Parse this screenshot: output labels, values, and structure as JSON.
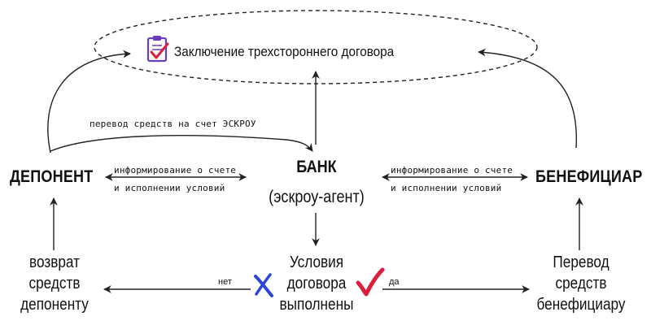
{
  "contract": {
    "title": "Заключение трехстороннего договора",
    "icon": "clipboard-check-icon"
  },
  "nodes": {
    "depositor": "ДЕПОНЕНТ",
    "bank_title": "БАНК",
    "bank_role": "(эскроу-агент)",
    "beneficiary": "БЕНЕФИЦИАР"
  },
  "arrows": {
    "transfer_to_escrow": "перевод средств на счет ЭСКРОУ",
    "info_left_line1": "информирование о счете",
    "info_left_line2": "и исполнении условий",
    "info_right_line1": "информирование о счете",
    "info_right_line2": "и исполнении условий",
    "no": "нет",
    "yes": "да"
  },
  "conditions": {
    "line1": "Условия",
    "line2": "договора",
    "line3": "выполнены",
    "no_mark_icon": "cross-mark-icon",
    "yes_mark_icon": "check-mark-icon"
  },
  "outcomes": {
    "refund": [
      "возврат",
      "средств",
      "депоненту"
    ],
    "payout": [
      "Перевод",
      "средств",
      "бенефициару"
    ]
  },
  "colors": {
    "line": "#222222",
    "cross": "#2a45d8",
    "check": "#d81f3c",
    "clipboard": "#6a3dbf"
  }
}
